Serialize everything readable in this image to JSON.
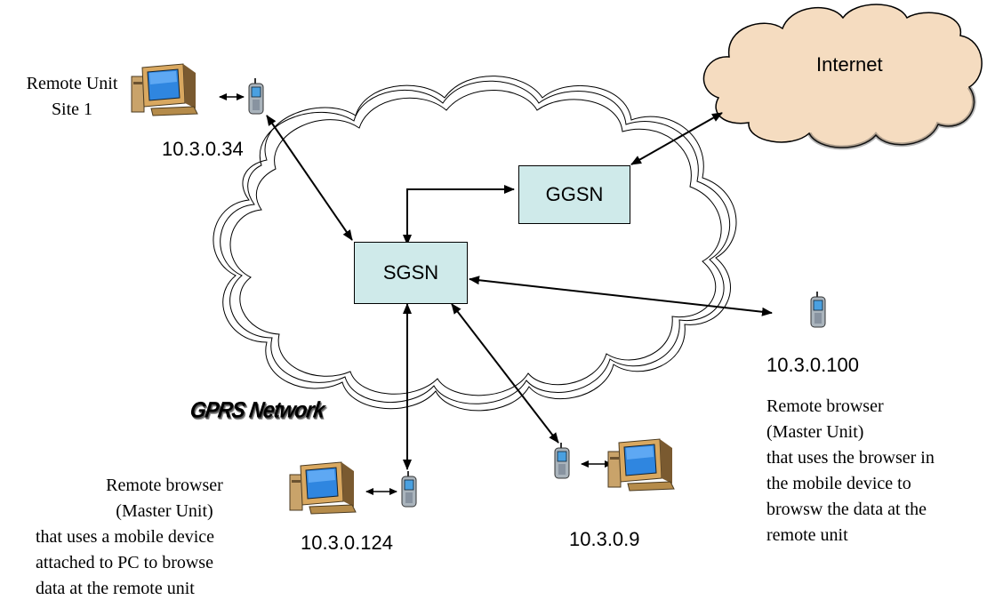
{
  "site1": {
    "line1": "Remote Unit",
    "line2": "Site 1",
    "ip": "10.3.0.34"
  },
  "internet": {
    "label": "Internet"
  },
  "ggsn": {
    "label": "GGSN"
  },
  "sgsn": {
    "label": "SGSN"
  },
  "network": {
    "label": "GPRS Network"
  },
  "mobile_browser": {
    "ip": "10.3.0.100",
    "lines": [
      "Remote browser",
      "(Master Unit)",
      "that uses the browser in",
      "the mobile device to",
      "browsw the data at the",
      "remote unit"
    ]
  },
  "pc_browser": {
    "ip": "10.3.0.124",
    "lines": [
      "Remote browser",
      "(Master Unit)",
      "that uses a mobile device",
      "attached to PC to browse",
      "data at the remote unit"
    ]
  },
  "device9": {
    "ip": "10.3.0.9"
  },
  "colors": {
    "box_fill": "#cfeaea",
    "internet_fill": "#f5dcc0",
    "cloud_stroke": "#000000"
  },
  "icons": [
    "computer-icon",
    "mobile-phone-icon",
    "cloud-icon",
    "double-arrow-icon"
  ]
}
